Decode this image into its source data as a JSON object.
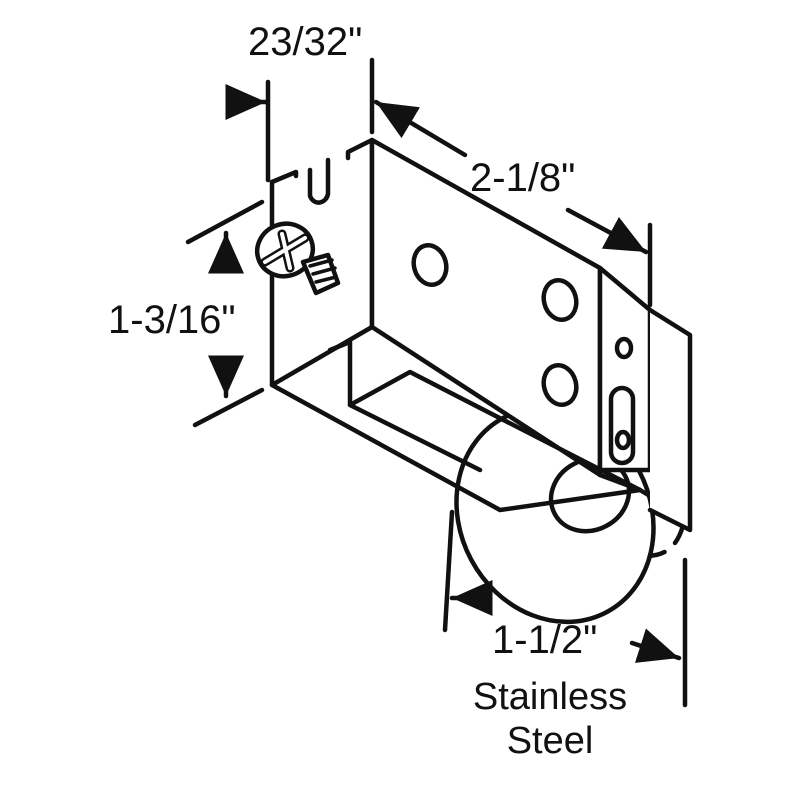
{
  "dimensions": {
    "width": "23/32\"",
    "length": "2-1/8\"",
    "height": "1-3/16\"",
    "wheel_diameter": "1-1/2\""
  },
  "material": {
    "line1": "Stainless",
    "line2": "Steel"
  },
  "colors": {
    "ink": "#111111",
    "paper": "#ffffff"
  }
}
